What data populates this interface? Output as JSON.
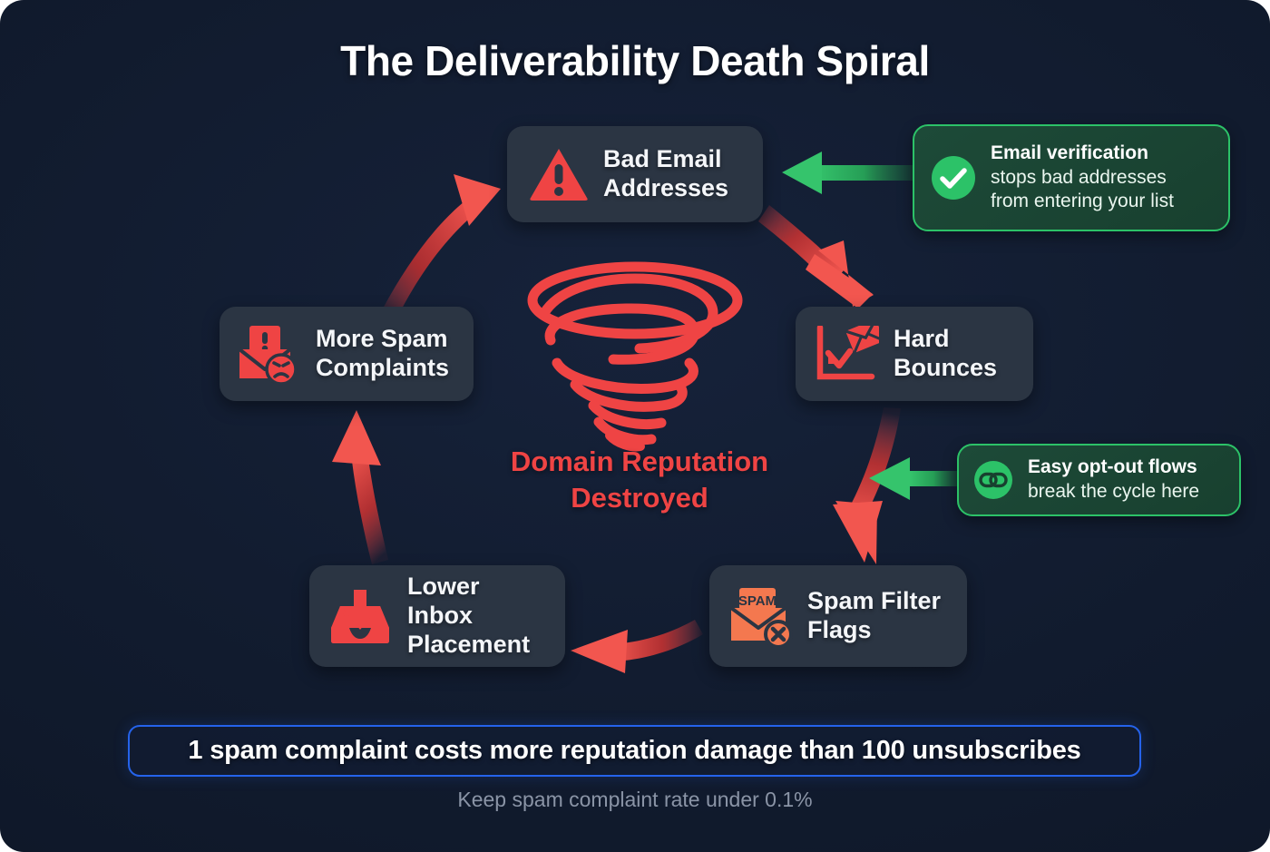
{
  "title": "The Deliverability Death Spiral",
  "colors": {
    "background": "#0f1829",
    "node_bg": "#2b3543",
    "red": "#ef4444",
    "red_dark": "#b91c1c",
    "salmon": "#f4784f",
    "green": "#2cc268",
    "green_bg": "#1d4a38",
    "blue": "#2563eb",
    "text_light": "#f4f6f9",
    "text_muted": "#8a94a6"
  },
  "cycle": {
    "nodes": [
      {
        "id": "bad-email-addresses",
        "label": "Bad Email\nAddresses",
        "icon": "warning-triangle-icon",
        "icon_color": "#ef4444"
      },
      {
        "id": "hard-bounces",
        "label": "Hard\nBounces",
        "icon": "declining-chart-envelope-icon",
        "icon_color": "#ef4444"
      },
      {
        "id": "spam-filter-flags",
        "label": "Spam Filter\nFlags",
        "icon": "spam-envelope-x-icon",
        "icon_color": "#f4784f",
        "icon_text": "SPAM"
      },
      {
        "id": "lower-inbox-placement",
        "label": "Lower Inbox\nPlacement",
        "icon": "inbox-download-icon",
        "icon_color": "#ef4444"
      },
      {
        "id": "more-spam-complaints",
        "label": "More Spam\nComplaints",
        "icon": "envelope-alert-angry-face-icon",
        "icon_color": "#ef4444"
      }
    ]
  },
  "center": {
    "icon": "tornado-spiral-icon",
    "icon_color": "#ef4444",
    "text": "Domain Reputation\nDestroyed"
  },
  "callouts": [
    {
      "id": "email-verification",
      "icon": "check-circle-icon",
      "strong": "Email verification",
      "lines": [
        "stops bad addresses",
        "from entering your list"
      ]
    },
    {
      "id": "easy-opt-out",
      "icon": "link-chain-icon",
      "strong": "Easy opt-out flows",
      "lines": [
        "break the cycle here"
      ]
    }
  ],
  "banner": {
    "text": "1 spam complaint costs more reputation damage than 100 unsubscribes"
  },
  "footer": {
    "note": "Keep spam complaint rate under 0.1%"
  }
}
